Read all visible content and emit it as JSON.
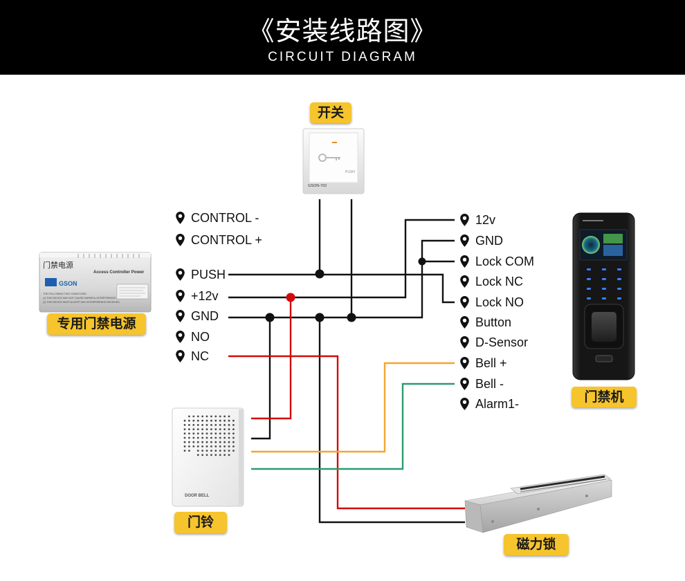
{
  "header": {
    "title": "《安装线路图》",
    "subtitle": "CIRCUIT DIAGRAM"
  },
  "exit_switch": {
    "label": "开关",
    "push_text": "PUSH",
    "model": "GSON-702"
  },
  "power_supply": {
    "label": "专用门禁电源",
    "name_text": "门禁电源",
    "brand": "GSON",
    "product_text": "Access Controller Power",
    "fine_print": [
      "THE FOLLOWING TWO CONDITIONS",
      "(1) THIS DEVICE MAY NOT CAUSE HARMFUL INTERFERENCE",
      "(2) THIS DEVICE MUST ACCEPT ANY INTERFERENCE RECEIVED"
    ]
  },
  "power_terminals": [
    "CONTROL -",
    "CONTROL +",
    "PUSH",
    "+12v",
    "GND",
    "NO",
    "NC"
  ],
  "access_controller": {
    "label": "门禁机"
  },
  "controller_terminals": [
    "12v",
    "GND",
    "Lock COM",
    "Lock NC",
    "Lock NO",
    "Button",
    "D-Sensor",
    "Bell +",
    "Bell -",
    "Alarm1-"
  ],
  "doorbell": {
    "label": "门铃",
    "name_text": "DOOR BELL"
  },
  "magnetic_lock": {
    "label": "磁力锁"
  },
  "icons": {
    "terminal_marker": "map-pin-icon",
    "switch_symbol": "key-icon",
    "brand_logo": "brand-logo-icon"
  },
  "colors": {
    "header_bg": "#000000",
    "tag_bg": "#f6c42c",
    "tag_text": "#1a1a1a",
    "text": "#111111",
    "wire_black": "#111111",
    "wire_red": "#d10a0a",
    "wire_orange": "#f4a52f",
    "wire_green": "#2c9b70",
    "keypad_glow": "#3d7dff"
  }
}
